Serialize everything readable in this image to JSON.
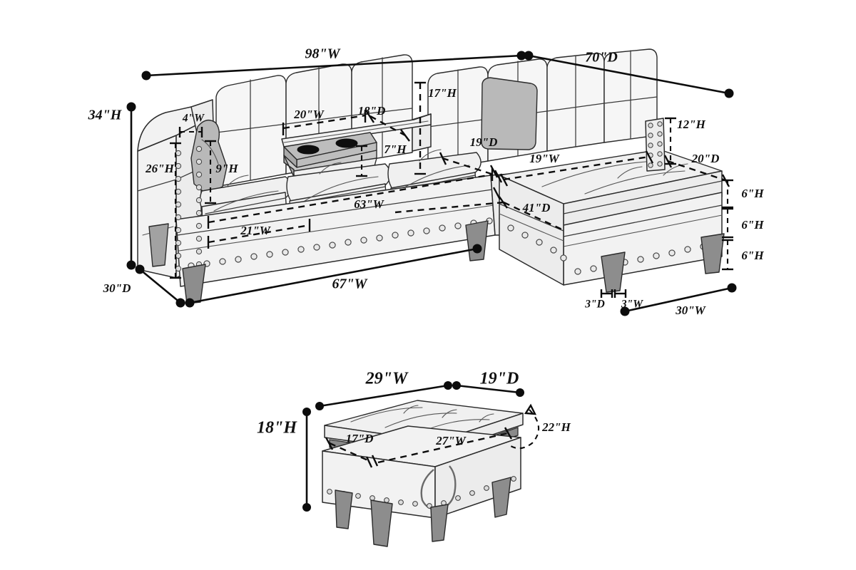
{
  "diagram": {
    "title": "Sectional Sofa with Storage Ottoman Dimension Diagram",
    "units": "inches",
    "accent_color": "#0c0c0c",
    "body_color": "#f2f2f2",
    "pillow_color": "#b9b9b9",
    "leg_color": "#a2a2a2"
  },
  "sectional": {
    "name": "L-shaped sectional sofa with console and chaise",
    "dimensions": {
      "overall_width": "98\"W",
      "overall_depth": "70\"D",
      "overall_height": "34\"H",
      "arm_height": "26\"H",
      "arm_width": "4\"W",
      "arm_inner_height": "9\"H",
      "console_width": "20\"W",
      "console_depth": "18\"D",
      "console_height": "7\"H",
      "back_cushion_height": "17\"H",
      "seat_depth_corner": "19\"D",
      "corner_seat_width": "19\"W",
      "chaise_back_height": "12\"H",
      "chaise_depth": "20\"D",
      "seat_width_inner": "63\"W",
      "seat_cushion_width": "21\"W",
      "chaise_length": "41\"D",
      "sofa_base_width": "67\"W",
      "sofa_base_depth": "30\"D",
      "chaise_seat_height": "6\"H",
      "chaise_rail_height": "6\"H",
      "leg_height": "6\"H",
      "leg_depth": "3\"D",
      "leg_width": "3\"W",
      "chaise_base_width": "30\"W"
    }
  },
  "ottoman": {
    "name": "Storage ottoman",
    "dimensions": {
      "width": "29\"W",
      "depth": "19\"D",
      "height": "18\"H",
      "lid_open_height": "22\"H",
      "interior_depth": "17\"D",
      "interior_width": "27\"W"
    }
  },
  "labels": {
    "w98": "98\"W",
    "d70": "70\"D",
    "h34": "34\"H",
    "h26": "26\"H",
    "w4": "4\"W",
    "h9": "9\"H",
    "w20": "20\"W",
    "d18": "18\"D",
    "h7": "7\"H",
    "h17": "17\"H",
    "d19": "19\"D",
    "w19": "19\"W",
    "h12": "12\"H",
    "d20": "20\"D",
    "w63": "63\"W",
    "w21": "21\"W",
    "d41": "41\"D",
    "w67": "67\"W",
    "d30": "30\"D",
    "h6a": "6\"H",
    "h6b": "6\"H",
    "h6c": "6\"H",
    "d3": "3\"D",
    "w3": "3\"W",
    "w30": "30\"W",
    "w29": "29\"W",
    "d19o": "19\"D",
    "h18": "18\"H",
    "h22": "22\"H",
    "d17": "17\"D",
    "w27": "27\"W"
  }
}
